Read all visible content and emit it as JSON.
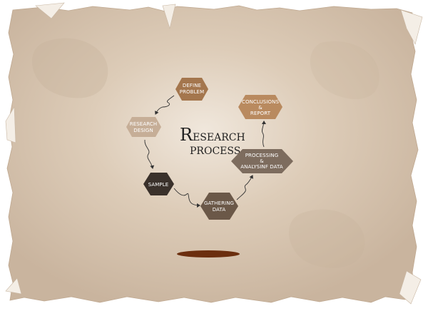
{
  "title": {
    "line1_initial": "R",
    "line1_rest": "ESEARCH",
    "line2": "PROCESS"
  },
  "steps": [
    {
      "id": "define-problem",
      "lines": [
        "DEFINE",
        "PROBLEM"
      ],
      "color": "#a4764d"
    },
    {
      "id": "conclusions-report",
      "lines": [
        "CONCLUSIONS",
        "&",
        "REPORT"
      ],
      "color": "#b98a5f"
    },
    {
      "id": "processing-analysing",
      "lines": [
        "PROCESSING",
        "&",
        "ANALYSINF DATA"
      ],
      "color": "#7d6c5e"
    },
    {
      "id": "gathering-data",
      "lines": [
        "GATHERING",
        "DATA"
      ],
      "color": "#6b5848"
    },
    {
      "id": "sample",
      "lines": [
        "SAMPLE"
      ],
      "color": "#3a312b"
    },
    {
      "id": "research-design",
      "lines": [
        "RESEARCH",
        "DESIGN"
      ],
      "color": "#c6ae97"
    }
  ],
  "colors": {
    "paper": "#d5c3ae",
    "paper_dark": "#c5b09a",
    "paper_glow": "#efe4d7",
    "background": "#ffffff",
    "arrow": "#333333",
    "shadow": "#6b2e0e"
  }
}
